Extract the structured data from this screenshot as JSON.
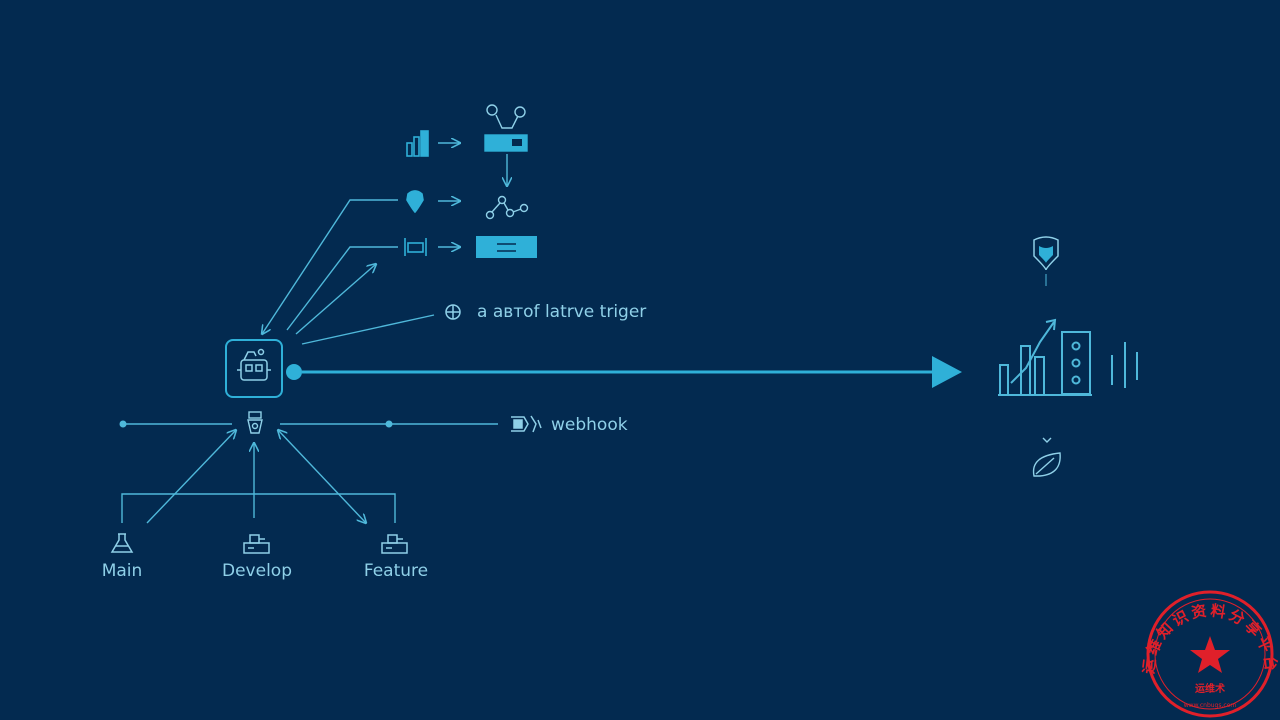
{
  "colors": {
    "background": "#032a50",
    "line": "#4fb8da",
    "accent": "#2fb0d8",
    "label": "#8fd0e8",
    "stamp": "#e0202a"
  },
  "nodes": {
    "trigger_label": "a автоf latrve triger",
    "webhook_label": "webhook",
    "branches": [
      {
        "label": "Main",
        "icon": "flask-icon"
      },
      {
        "label": "Develop",
        "icon": "branch-machine-icon"
      },
      {
        "label": "Feature",
        "icon": "branch-machine-icon"
      }
    ]
  },
  "icons": {
    "top_left_1": "bar-chart-icon",
    "top_left_2": "heart-shield-icon",
    "top_left_3": "pipe-icon",
    "top_right_1": "robot-arm-icon",
    "top_right_2": "network-nodes-icon",
    "center": "robot-icon",
    "trigger": "globe-icon",
    "webhook": "hook-icon",
    "target_top": "shield-heart-icon",
    "target": "analytics-server-icon",
    "target_bottom": "leaf-icon"
  },
  "stamp": {
    "ring_text": "运维知识资料分享平台",
    "center_text": "运维术",
    "url": "www.cnbugs.com"
  }
}
